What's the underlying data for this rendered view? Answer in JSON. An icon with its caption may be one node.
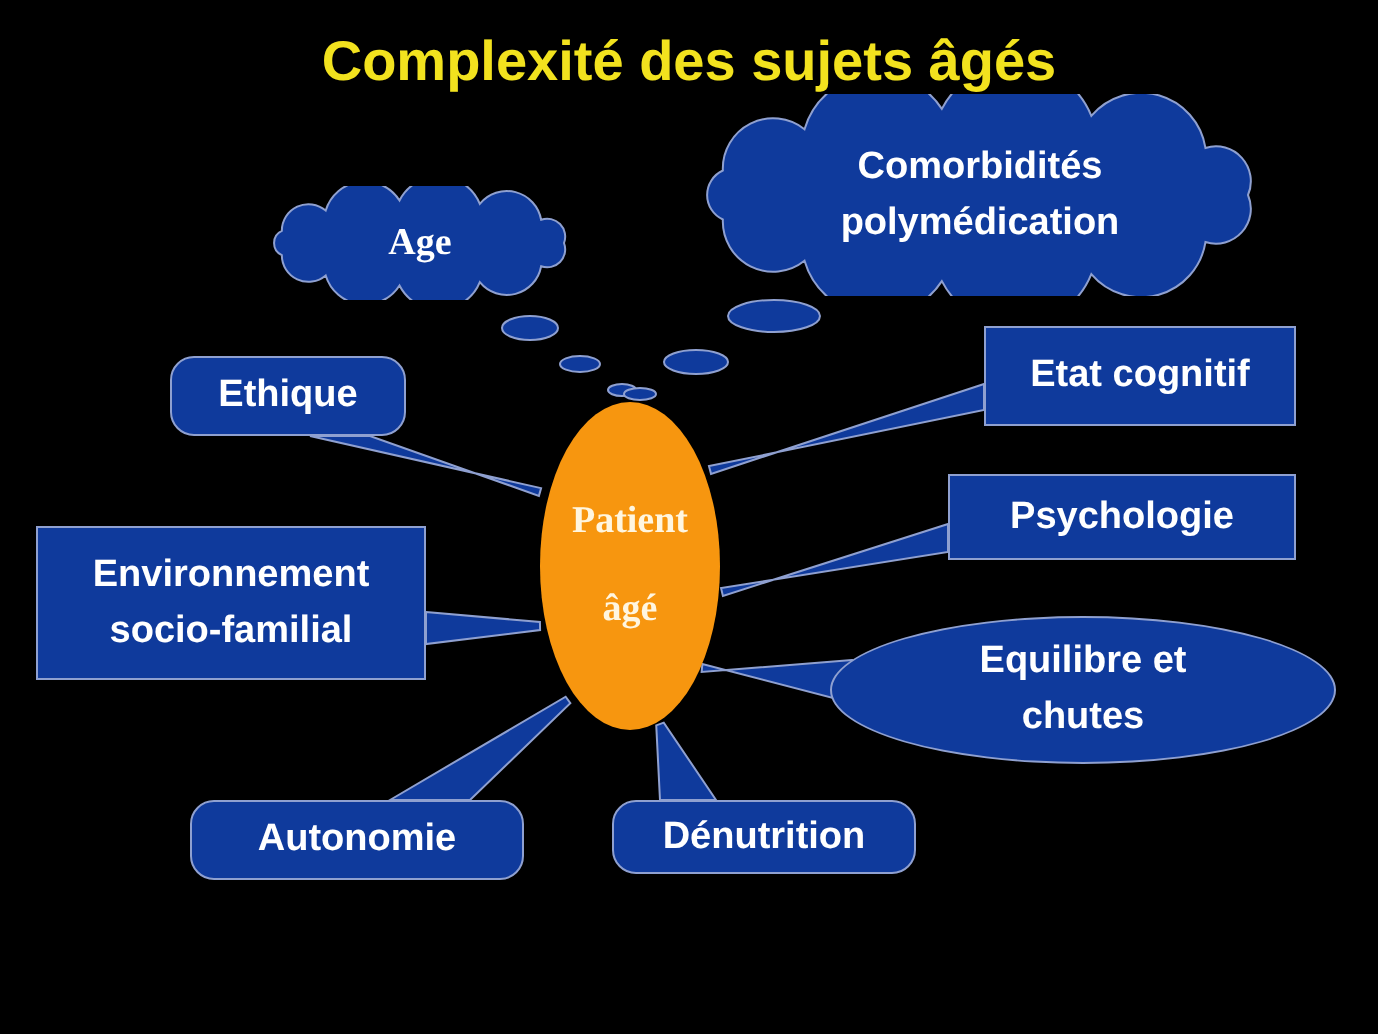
{
  "diagram": {
    "title": "Complexité des sujets âgés",
    "nodes": [
      {
        "text": [
          "Age"
        ]
      },
      {
        "text": [
          "Comorbidités polymédication"
        ]
      },
      {
        "text": [
          "Ethique"
        ]
      },
      {
        "text": [
          "Patient âgé"
        ]
      },
      {
        "text": [
          "Etat cognitif"
        ]
      },
      {
        "text": [
          "Environnement socio-familial"
        ]
      },
      {
        "text": [
          "Psychologie"
        ]
      },
      {
        "text": [
          "Equilibre et chutes"
        ]
      },
      {
        "text": [
          "Autonomie"
        ]
      },
      {
        "text": [
          "Dénutrition"
        ]
      }
    ],
    "edges": [
      {
        "from": 0,
        "to": 3,
        "arrow": "none"
      },
      {
        "from": 1,
        "to": 3,
        "arrow": "none"
      },
      {
        "from": 2,
        "to": 3,
        "arrow": "none"
      },
      {
        "from": 4,
        "to": 3,
        "arrow": "none"
      },
      {
        "from": 5,
        "to": 3,
        "arrow": "none"
      },
      {
        "from": 6,
        "to": 3,
        "arrow": "none"
      },
      {
        "from": 7,
        "to": 3,
        "arrow": "none"
      },
      {
        "from": 8,
        "to": 3,
        "arrow": "none"
      },
      {
        "from": 9,
        "to": 3,
        "arrow": "none"
      }
    ]
  }
}
